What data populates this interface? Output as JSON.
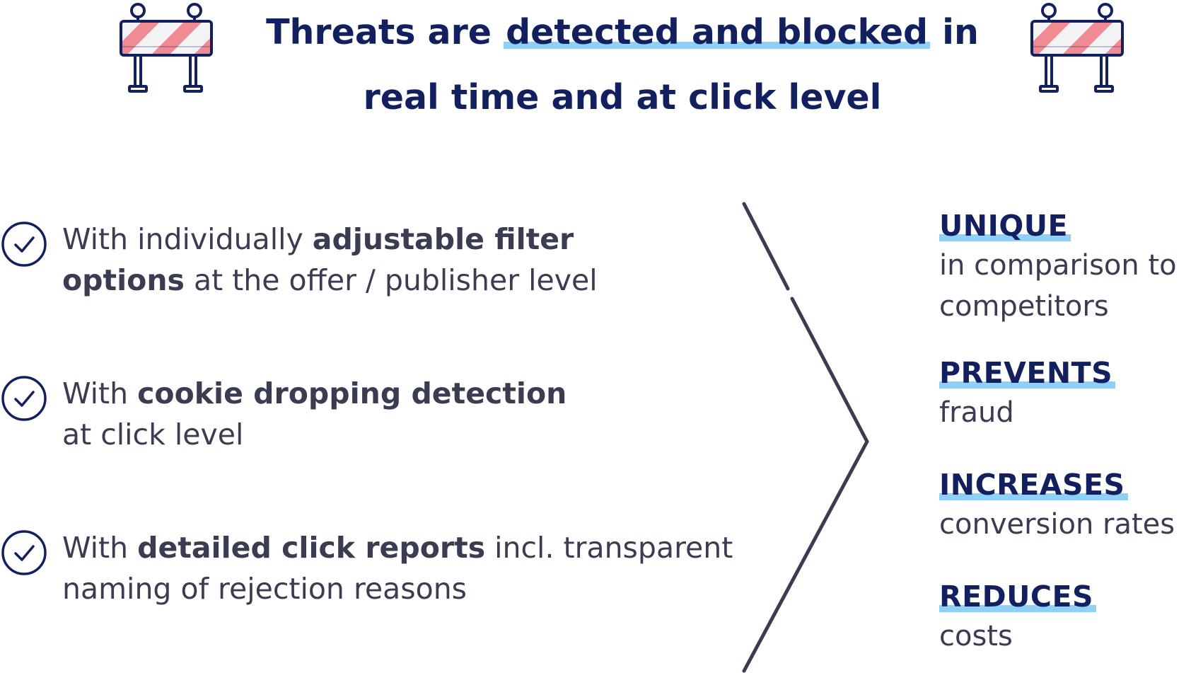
{
  "header": {
    "title_line1_pre": "Threats are ",
    "title_line1_highlight": "detected and blocked",
    "title_line1_post": " in",
    "title_line2": "real time and at click level",
    "left_icon": "road-barrier-icon",
    "right_icon": "road-barrier-icon"
  },
  "features": [
    {
      "icon": "check-circle-icon",
      "line1_pre": "With individually ",
      "line1_bold": "adjustable filter",
      "line2_bold": "options",
      "line2_post": " at the offer / publisher level"
    },
    {
      "icon": "check-circle-icon",
      "line1_pre": "With ",
      "line1_bold": "cookie dropping detection",
      "line2_post": "at click level"
    },
    {
      "icon": "check-circle-icon",
      "line1_pre": "With ",
      "line1_bold": "detailed click reports",
      "line1_post": " incl. transparent",
      "line2_post": "naming of rejection reasons"
    }
  ],
  "benefits": [
    {
      "title": "UNIQUE",
      "desc_line1": "in comparison to",
      "desc_line2": "competitors"
    },
    {
      "title": "PREVENTS",
      "desc_line1": "fraud"
    },
    {
      "title": "INCREASES",
      "desc_line1": "conversion rates"
    },
    {
      "title": "REDUCES",
      "desc_line1": "costs"
    }
  ],
  "colors": {
    "heading": "#13205f",
    "body_text": "#3a3d52",
    "highlight": "#8ed0f6",
    "barrier_stripe": "#f08a93",
    "barrier_outline": "#13205f"
  }
}
